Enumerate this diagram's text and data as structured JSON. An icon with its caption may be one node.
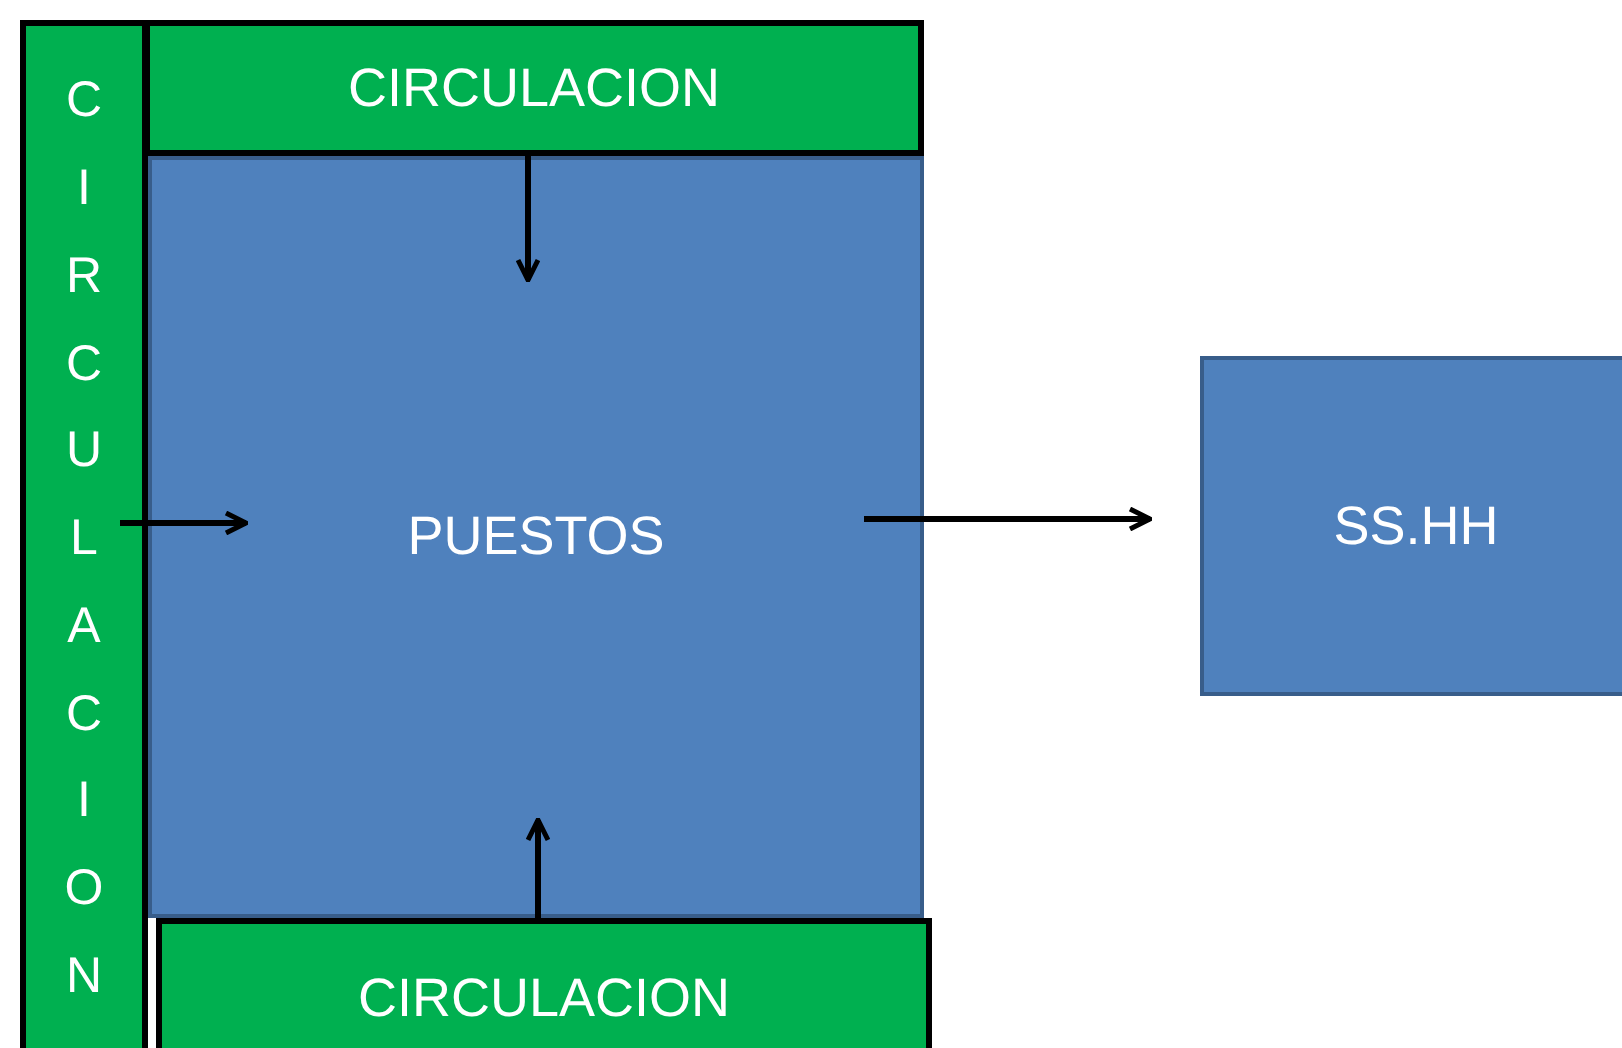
{
  "diagram": {
    "nodes": [
      {
        "text": [
          "CIRCULACION"
        ]
      },
      {
        "text": [
          "PUESTOS"
        ]
      },
      {
        "text": [
          "CIRCULACION"
        ]
      },
      {
        "text": [
          "CIRCULACION"
        ]
      },
      {
        "text": [
          "SS.HH"
        ]
      }
    ],
    "edges": [
      {
        "from": 0,
        "to": 1,
        "arrow": "to"
      },
      {
        "from": 2,
        "to": 1,
        "arrow": "to"
      },
      {
        "from": 3,
        "to": 1,
        "arrow": "to"
      },
      {
        "from": 1,
        "to": 4,
        "arrow": "to"
      }
    ]
  }
}
